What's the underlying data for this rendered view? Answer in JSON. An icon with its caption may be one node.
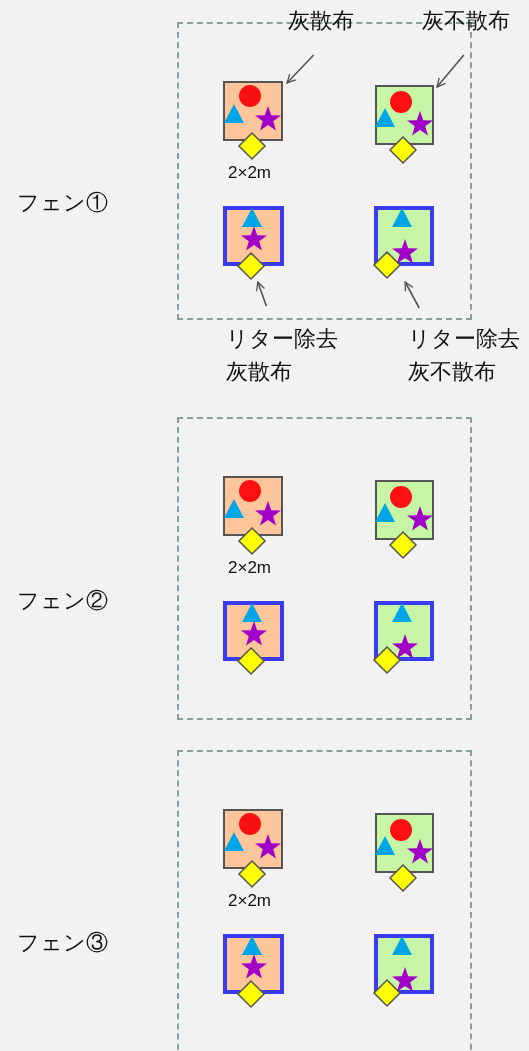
{
  "diagram": {
    "nodes": [
      {
        "text": [
          "フェン①"
        ]
      },
      {
        "text": [],
        "shape": "box",
        "in": 0,
        "beside": [
          "2×2m"
        ]
      },
      {
        "text": [],
        "shape": "box",
        "in": 0
      },
      {
        "text": [],
        "shape": "box",
        "in": 0
      },
      {
        "text": [],
        "shape": "box",
        "in": 0
      },
      {
        "text": [
          "灰散布"
        ]
      },
      {
        "text": [
          "灰不散布"
        ]
      },
      {
        "text": [
          "リター除去灰散布"
        ]
      },
      {
        "text": [
          "リター除去灰不散布"
        ]
      },
      {
        "text": [
          "フェン②"
        ]
      },
      {
        "text": [],
        "shape": "box",
        "in": 9,
        "beside": [
          "2×2m"
        ]
      },
      {
        "text": [],
        "shape": "box",
        "in": 9
      },
      {
        "text": [],
        "shape": "box",
        "in": 9
      },
      {
        "text": [],
        "shape": "box",
        "in": 9
      },
      {
        "text": [
          "フェン③"
        ]
      },
      {
        "text": [],
        "shape": "box",
        "in": 14,
        "beside": [
          "2×2m"
        ]
      },
      {
        "text": [],
        "shape": "box",
        "in": 14
      },
      {
        "text": [],
        "shape": "box",
        "in": 14
      },
      {
        "text": [],
        "shape": "box",
        "in": 14
      }
    ],
    "edges": [
      {
        "from": 5,
        "to": 1,
        "arrow": "to"
      },
      {
        "from": 6,
        "to": 2,
        "arrow": "to"
      },
      {
        "from": 7,
        "to": 3,
        "arrow": "to"
      },
      {
        "from": 8,
        "to": 4,
        "arrow": "to"
      }
    ]
  }
}
